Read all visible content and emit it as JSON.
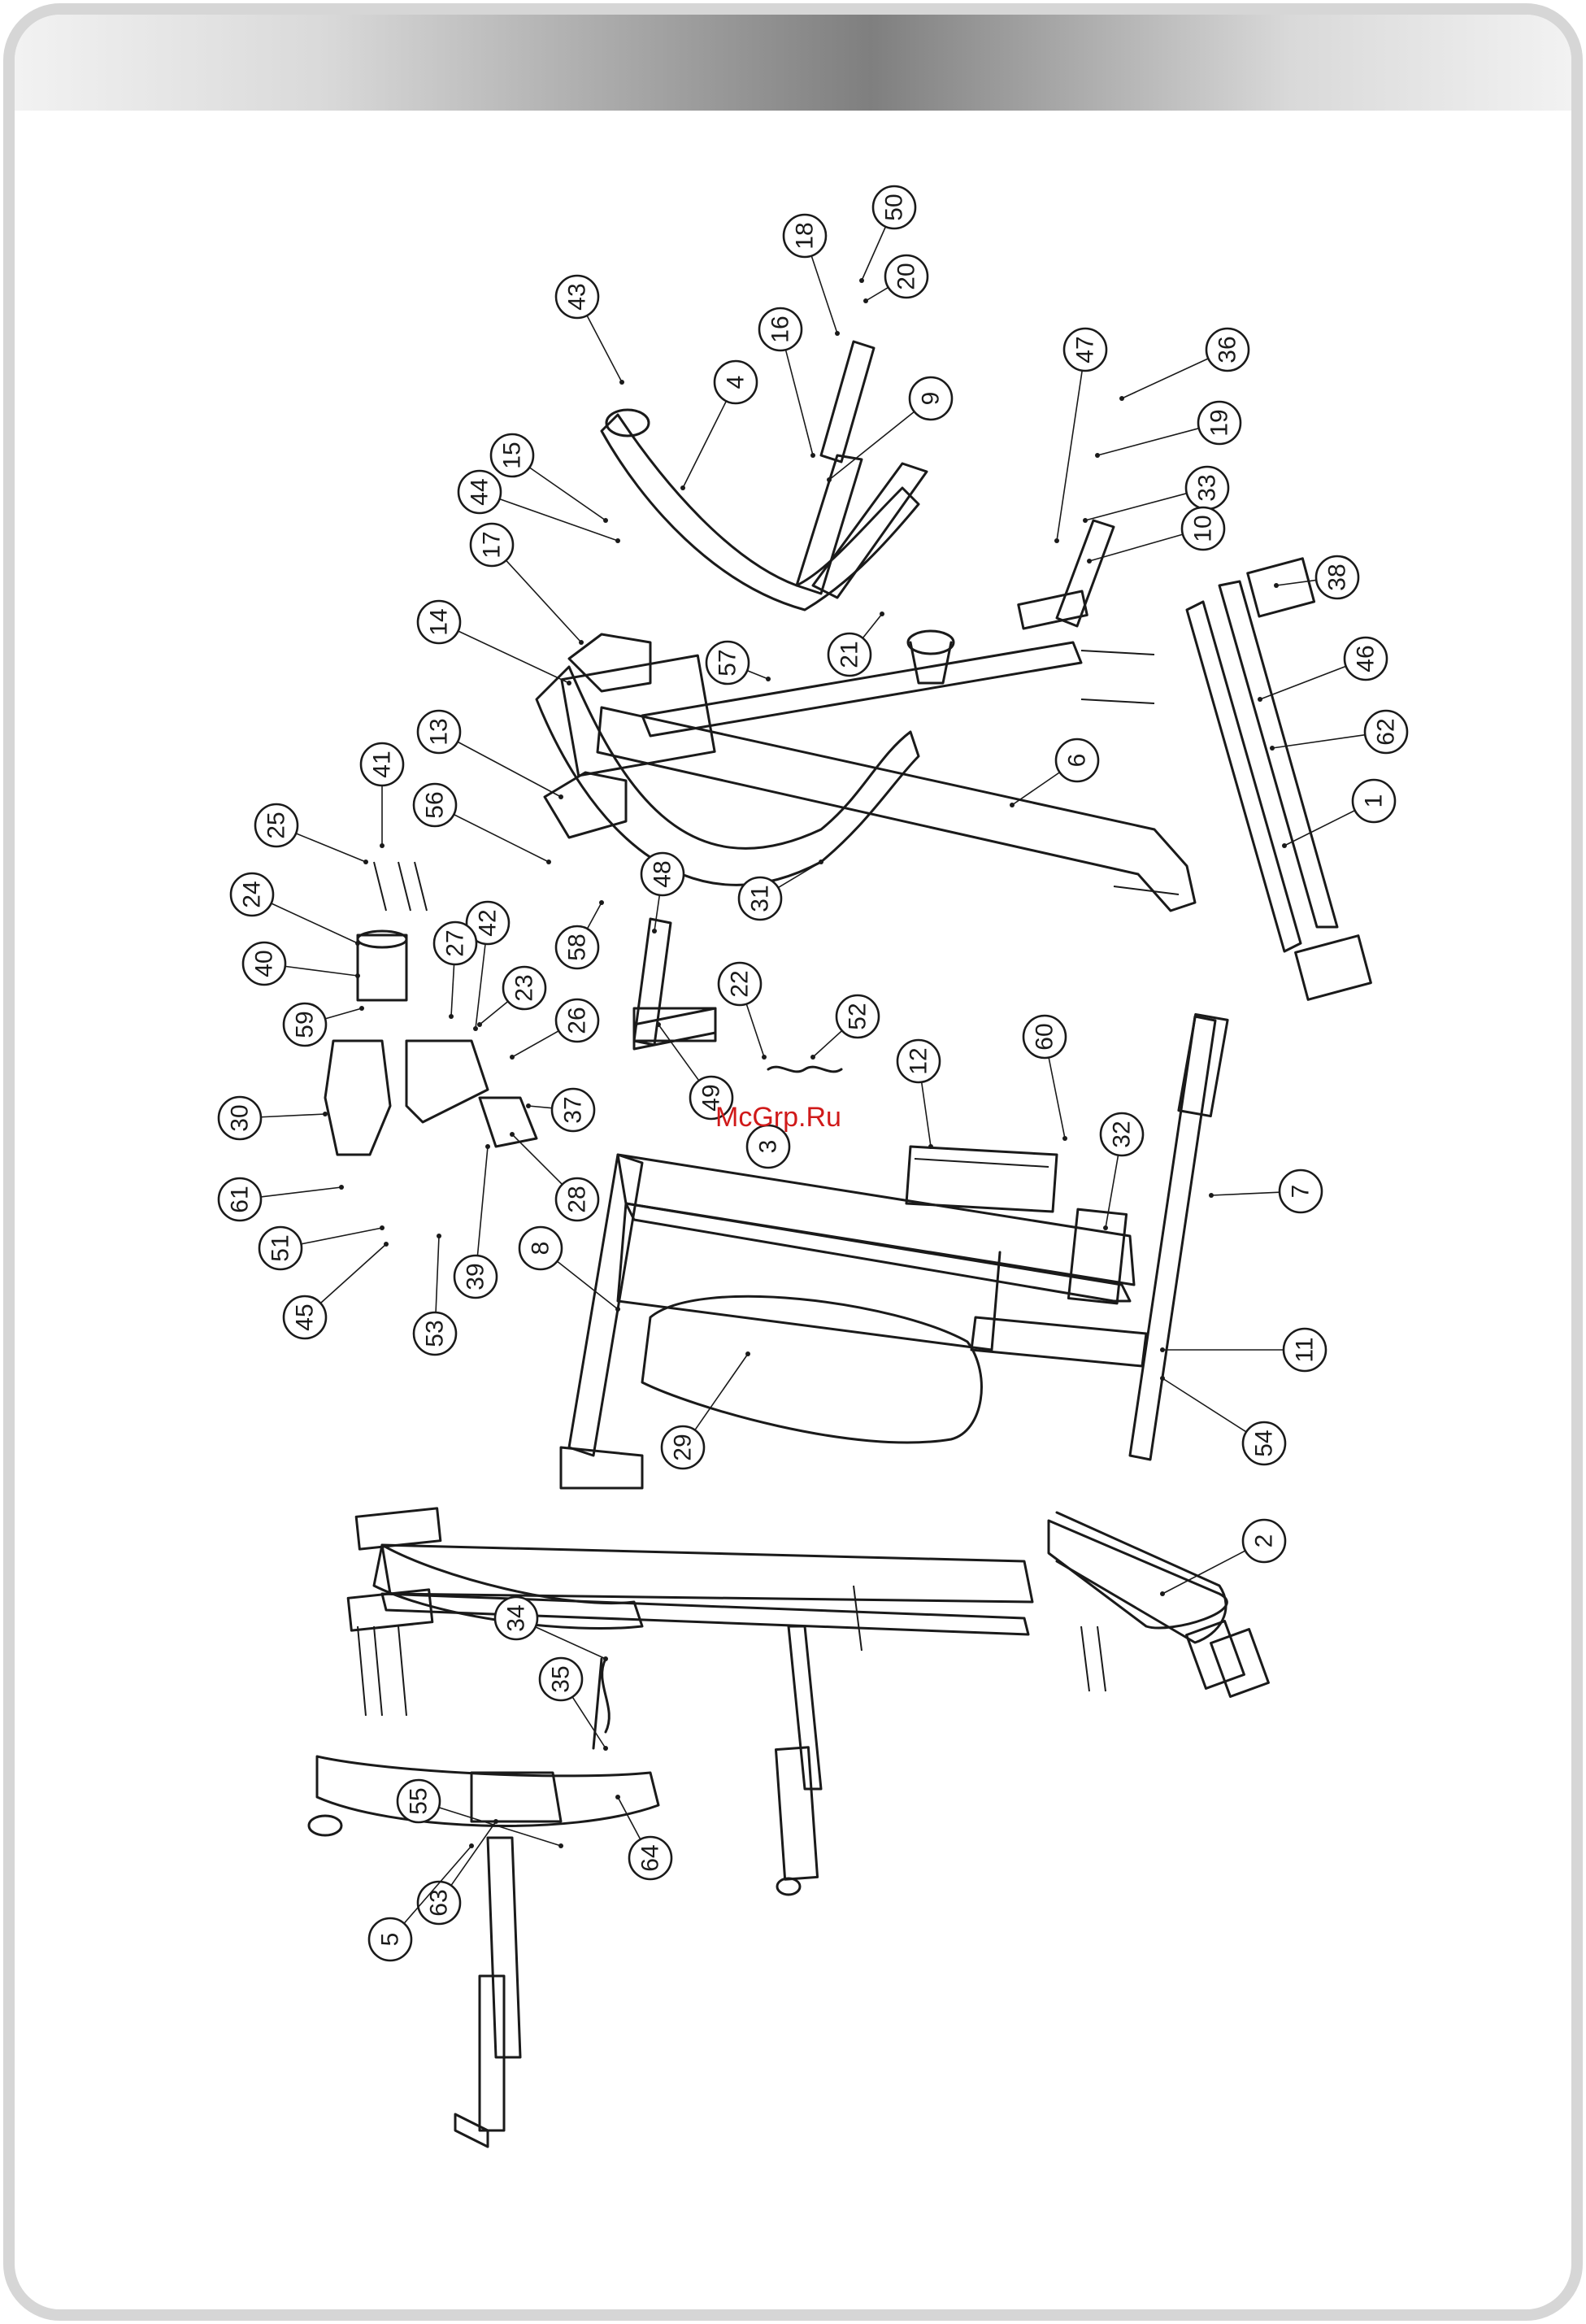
{
  "watermark": "McGrp.Ru",
  "callouts": [
    "43",
    "15",
    "44",
    "17",
    "14",
    "13",
    "56",
    "41",
    "25",
    "24",
    "40",
    "59",
    "30",
    "61",
    "51",
    "45",
    "53",
    "39",
    "28",
    "37",
    "26",
    "23",
    "42",
    "27",
    "58",
    "48",
    "18",
    "16",
    "50",
    "20",
    "4",
    "9",
    "57",
    "21",
    "31",
    "47",
    "36",
    "19",
    "33",
    "10",
    "38",
    "46",
    "62",
    "1",
    "6",
    "22",
    "52",
    "12",
    "60",
    "32",
    "7",
    "11",
    "54",
    "29",
    "8",
    "49",
    "3",
    "2",
    "34",
    "35",
    "55",
    "64",
    "63",
    "5"
  ]
}
